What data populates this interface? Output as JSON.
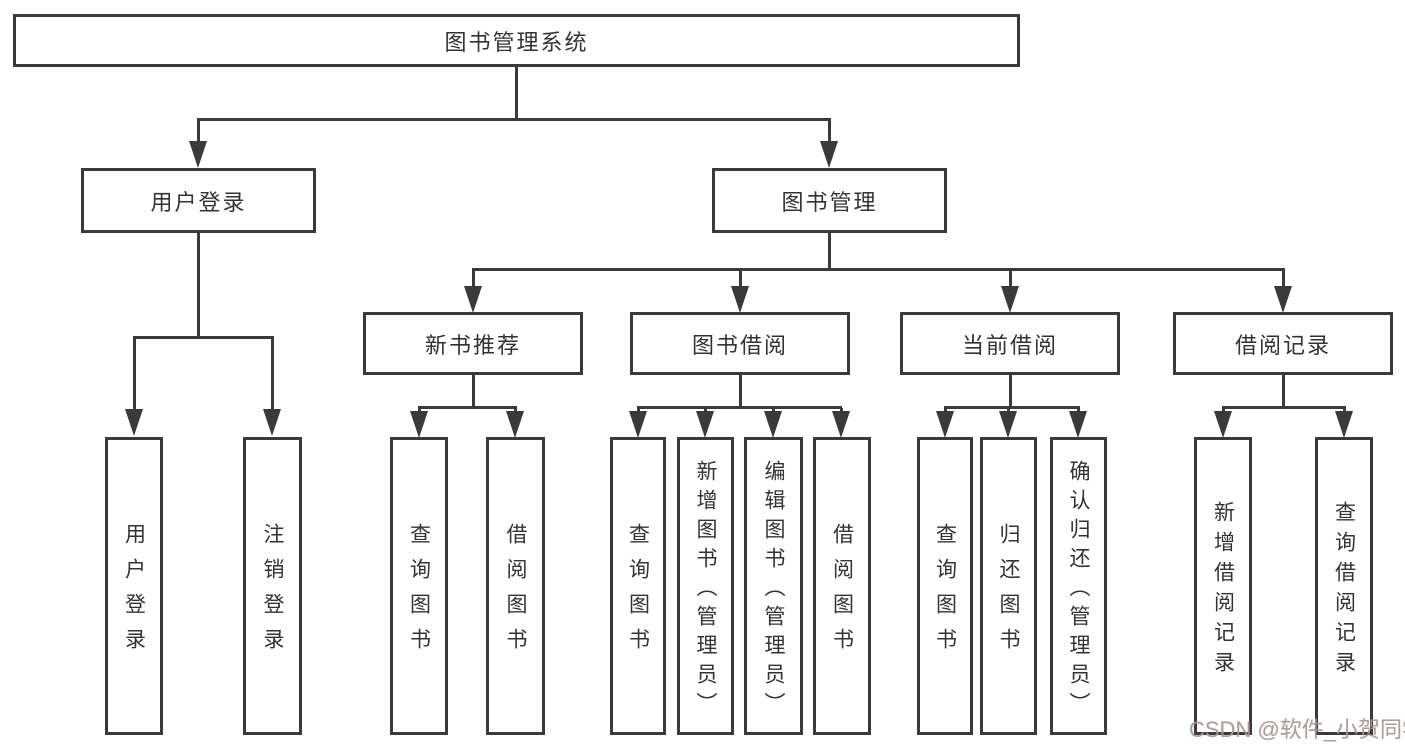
{
  "diagram": {
    "root": {
      "label": "图书管理系统"
    },
    "user_login": {
      "label": "用户登录",
      "children": [
        {
          "label": "用户登录"
        },
        {
          "label": "注销登录"
        }
      ]
    },
    "book_mgmt": {
      "label": "图书管理",
      "children": [
        {
          "label": "新书推荐",
          "children": [
            {
              "label": "查询图书"
            },
            {
              "label": "借阅图书"
            }
          ]
        },
        {
          "label": "图书借阅",
          "children": [
            {
              "label": "查询图书"
            },
            {
              "label": "新增图书（管理员）"
            },
            {
              "label": "编辑图书（管理员）"
            },
            {
              "label": "借阅图书"
            }
          ]
        },
        {
          "label": "当前借阅",
          "children": [
            {
              "label": "查询图书"
            },
            {
              "label": "归还图书"
            },
            {
              "label": "确认归还（管理员）"
            }
          ]
        },
        {
          "label": "借阅记录",
          "children": [
            {
              "label": "新增借阅记录"
            },
            {
              "label": "查询借阅记录"
            }
          ]
        }
      ]
    },
    "watermark": "CSDN @软件_小贺同学",
    "colors": {
      "line": "#3a3a3a",
      "text": "#333333",
      "watermark": "#a29898"
    }
  }
}
